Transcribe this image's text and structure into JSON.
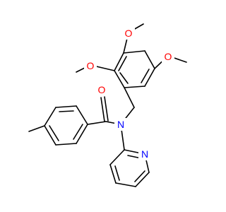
{
  "molecule": {
    "atom_labels": {
      "o_methoxy_top": "O",
      "o_methoxy_left": "O",
      "o_methoxy_right": "O",
      "o_carbonyl": "O",
      "n_amide": "N",
      "n_pyridine": "N"
    },
    "colors": {
      "bond": "#000000",
      "oxygen": "#ff0000",
      "nitrogen": "#0000ff"
    }
  }
}
